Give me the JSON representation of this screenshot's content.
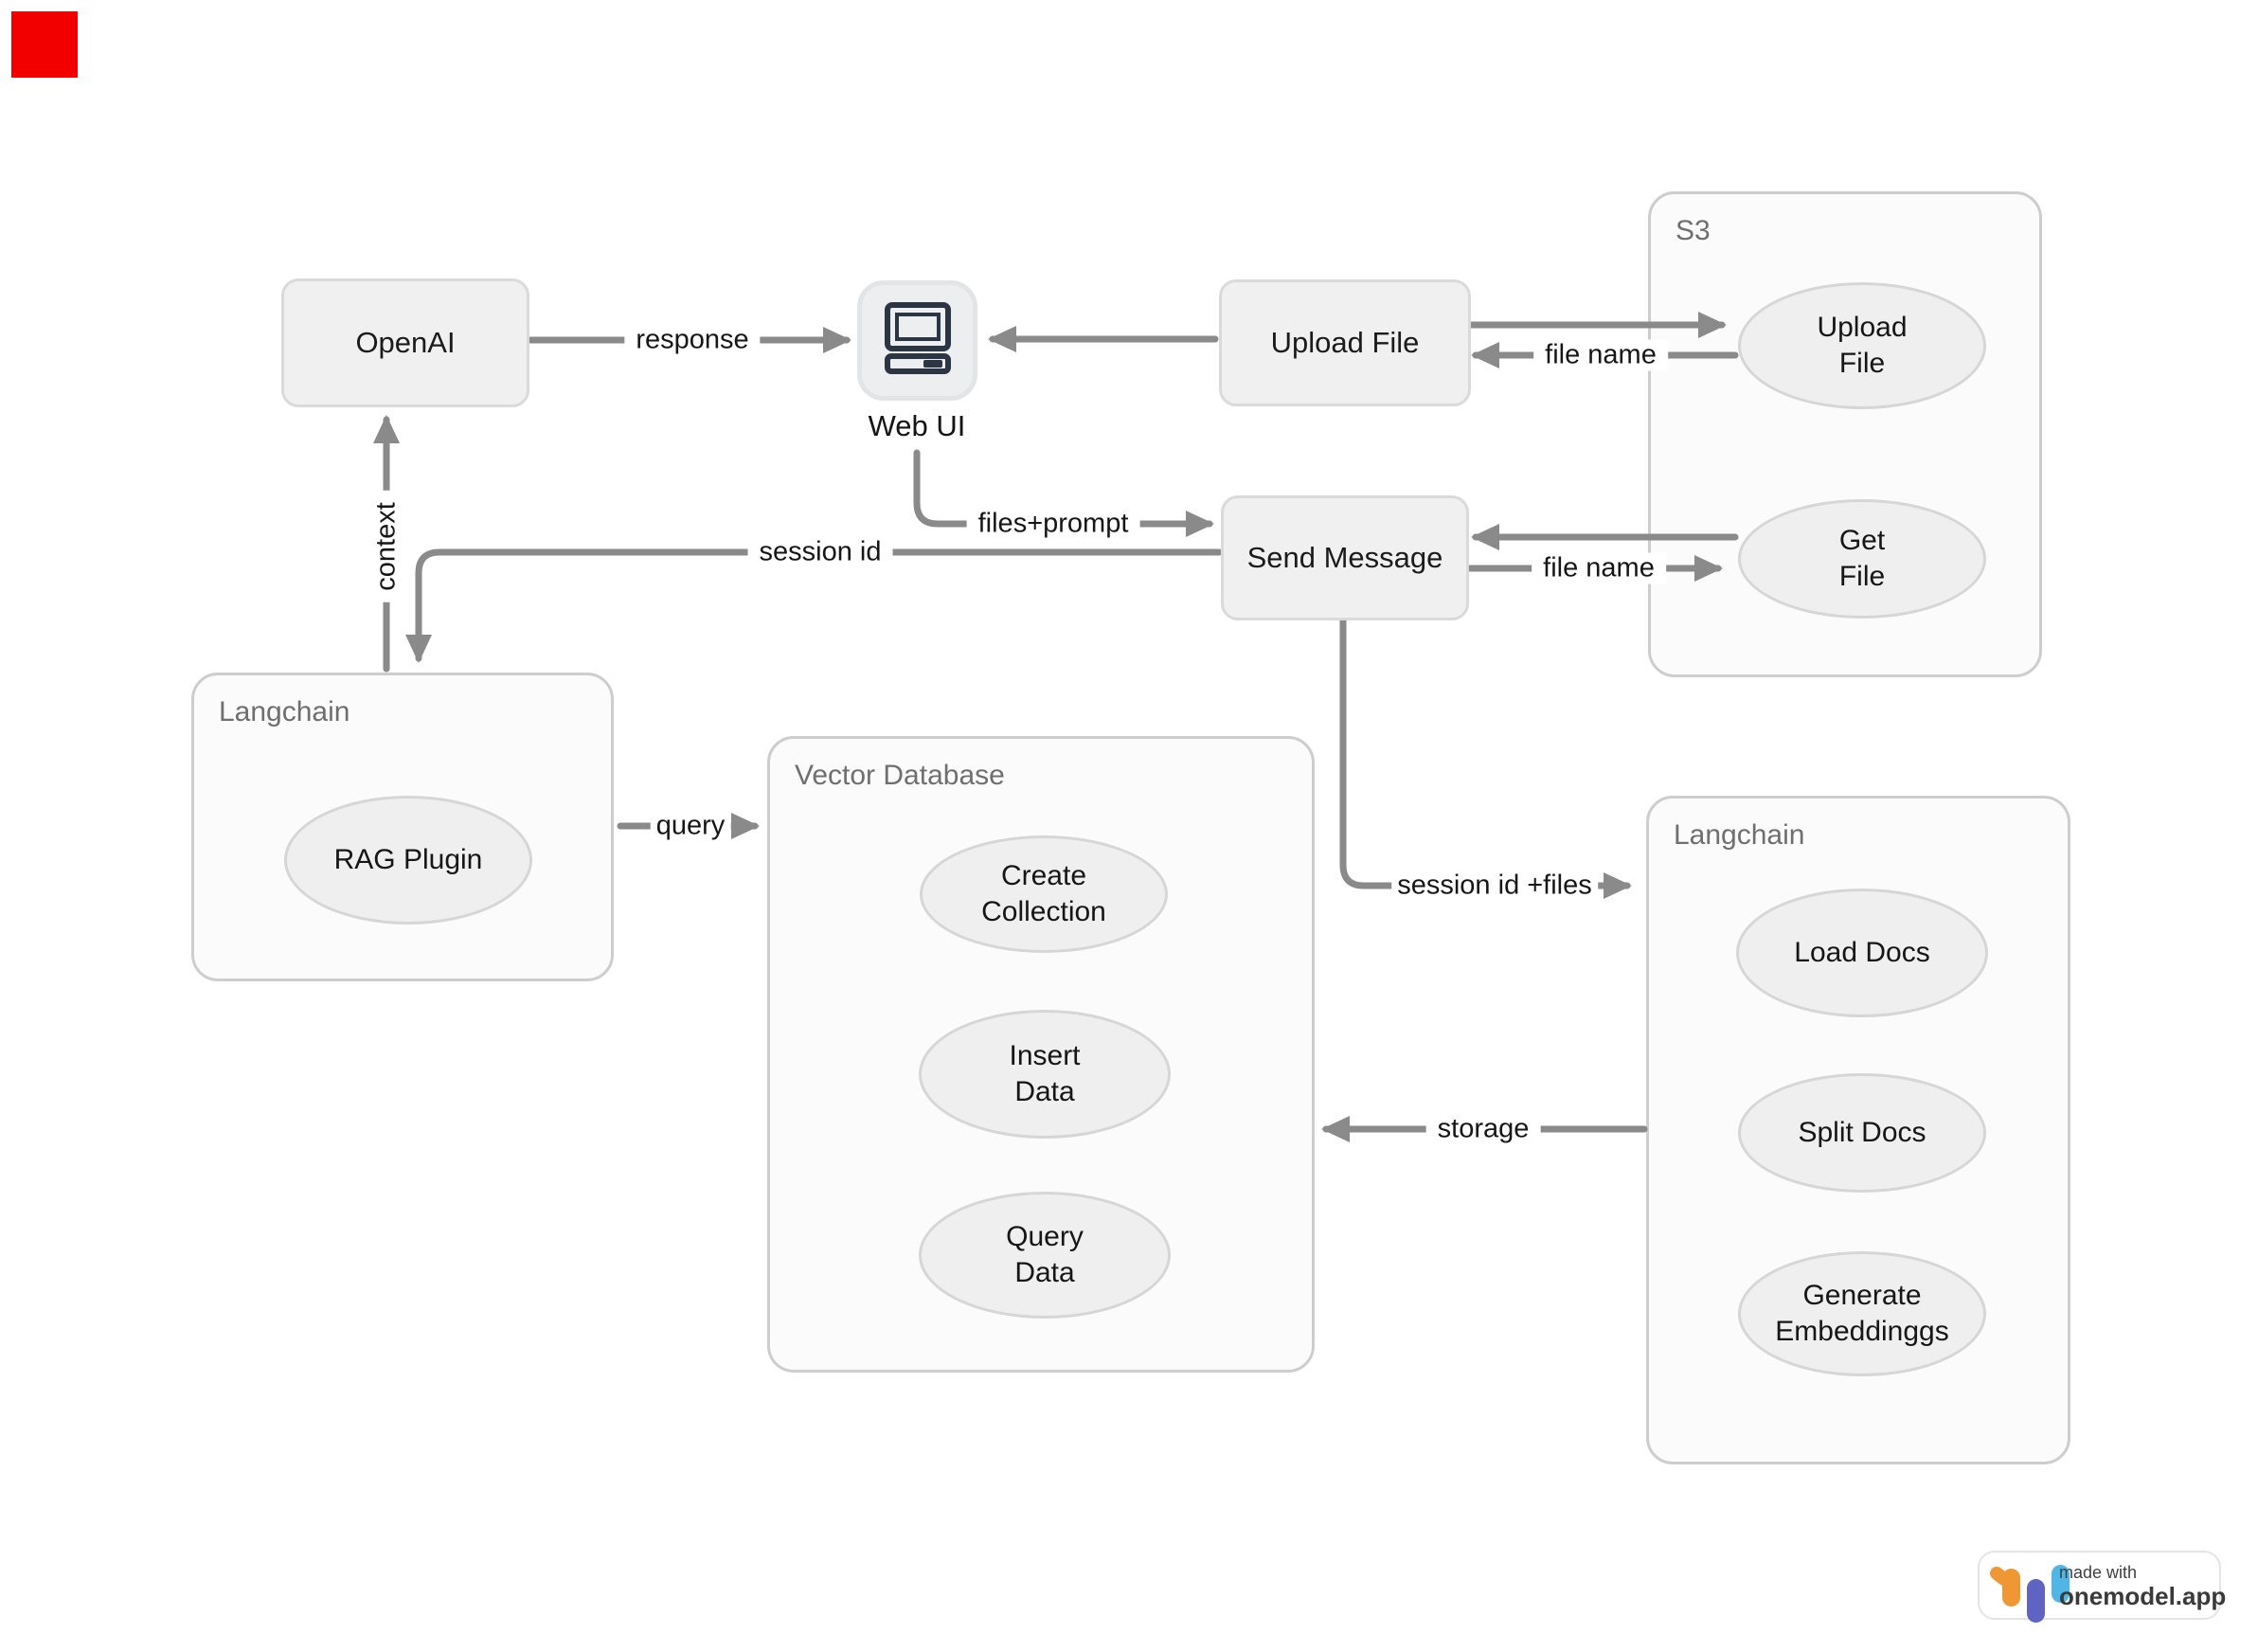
{
  "nodes": {
    "openai": "OpenAI",
    "webui": "Web UI",
    "upload_file": "Upload File",
    "send_message": "Send Message"
  },
  "s3": {
    "title": "S3",
    "upload": {
      "l1": "Upload",
      "l2": "File"
    },
    "get": {
      "l1": "Get",
      "l2": "File"
    }
  },
  "langchain_left": {
    "title": "Langchain",
    "rag": "RAG Plugin"
  },
  "vector_db": {
    "title": "Vector Database",
    "create": {
      "l1": "Create",
      "l2": "Collection"
    },
    "insert": {
      "l1": "Insert",
      "l2": "Data"
    },
    "query": {
      "l1": "Query",
      "l2": "Data"
    }
  },
  "langchain_right": {
    "title": "Langchain",
    "load": "Load Docs",
    "split": "Split Docs",
    "generate": {
      "l1": "Generate",
      "l2": "Embeddinggs"
    }
  },
  "edge_labels": {
    "response": "response",
    "file_name_upload": "file name",
    "files_prompt": "files+prompt",
    "session_id": "session id",
    "context": "context",
    "session_id_files": "session id +files",
    "storage": "storage",
    "query": "query",
    "file_name_get": "file name"
  },
  "badge": {
    "made_with": "made with",
    "brand": "onemodel.app"
  },
  "colors": {
    "arrow": "#8a8a8a",
    "node_fill": "#f0f0f1",
    "container_fill": "#fbfbfb",
    "marker_red": "#f20000",
    "icon_ink": "#2b3544",
    "logo_orange": "#EF9733",
    "logo_indigo": "#5F63C2",
    "logo_blue": "#4FB6E8"
  }
}
